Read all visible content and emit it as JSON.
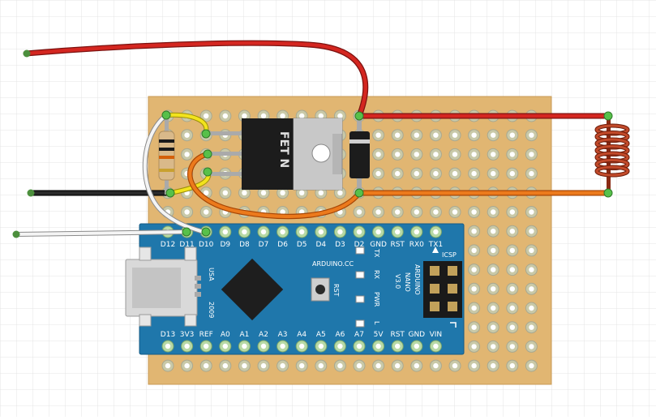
{
  "title": "FET coil driver on Arduino Nano stripboard",
  "arduino": {
    "brand": "ARDUINO.CC",
    "model_lines": [
      "ARDUINO",
      "NANO",
      "V3.0"
    ],
    "year": "2009",
    "usa": "USA",
    "rst": "RST",
    "icsp": "ICSP",
    "led_labels": [
      "TX",
      "RX",
      "PWR",
      "L"
    ],
    "top_pins": [
      "D12",
      "D11",
      "D10",
      "D9",
      "D8",
      "D7",
      "D6",
      "D5",
      "D4",
      "D3",
      "D2",
      "GND",
      "RST",
      "RX0",
      "TX1"
    ],
    "bottom_pins": [
      "D13",
      "3V3",
      "REF",
      "A0",
      "A1",
      "A2",
      "A3",
      "A4",
      "A5",
      "A6",
      "A7",
      "5V",
      "RST",
      "GND",
      "VIN"
    ]
  },
  "fet": {
    "label": "FET N"
  },
  "wire_colors": {
    "red": "#c8201c",
    "black": "#1a1a1a",
    "white": "#e6e6e6",
    "orange": "#e86a10",
    "yellow": "#f2e21a",
    "green": "#3f9a3a"
  }
}
